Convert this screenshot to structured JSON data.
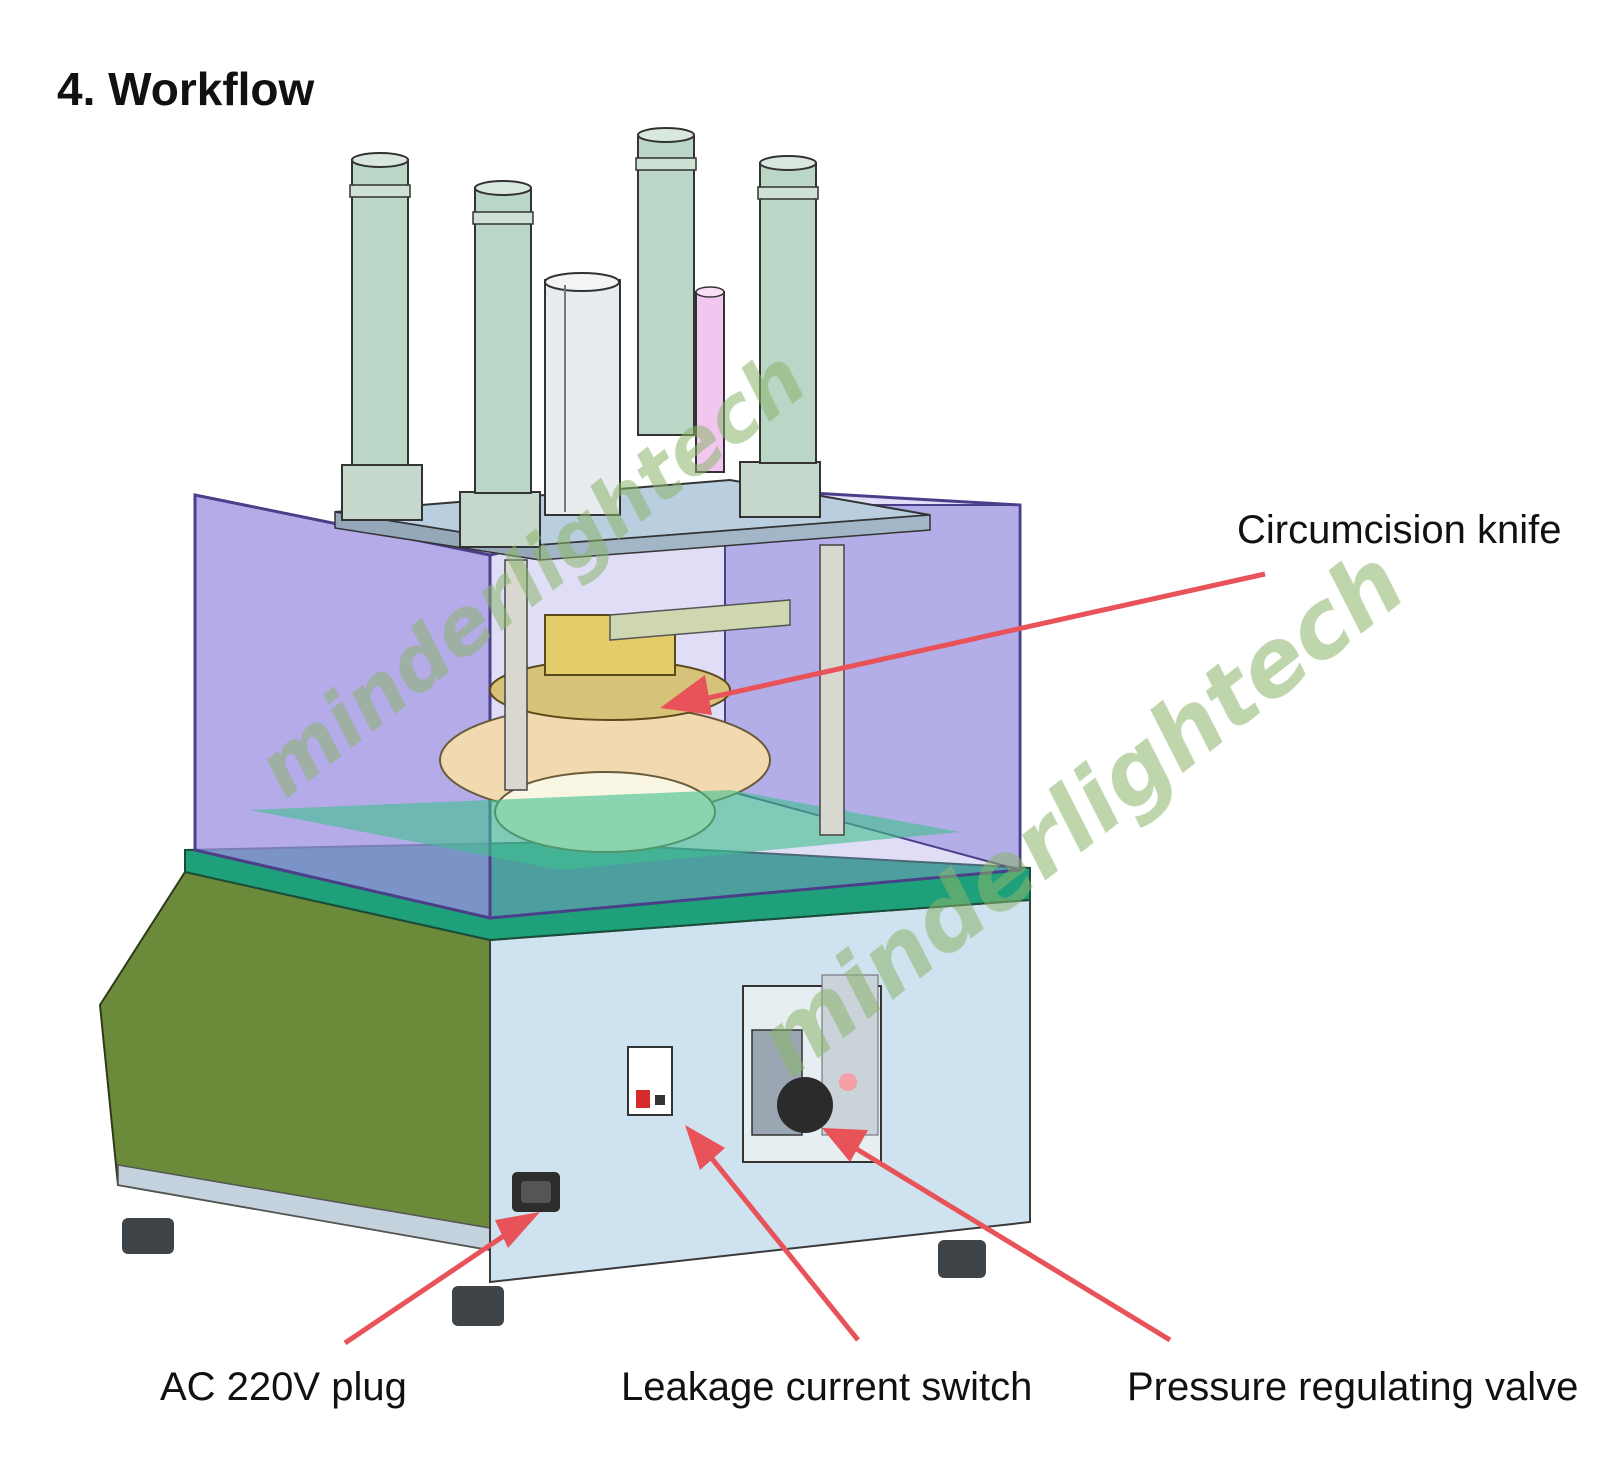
{
  "page": {
    "heading": "4. Workflow"
  },
  "callouts": {
    "knife": "Circumcision knife",
    "plug": "AC 220V plug",
    "switch": "Leakage current switch",
    "valve": "Pressure regulating valve"
  },
  "watermark": {
    "text": "minderlightech"
  },
  "colors": {
    "arrow": "#e8535a",
    "cabinet_green": "#6b8a3a",
    "cabinet_front": "#cfe2ef",
    "glass_purple": "#9b8fe0",
    "cylinder": "#b9d6c6",
    "watermark": "#8ab56a"
  }
}
